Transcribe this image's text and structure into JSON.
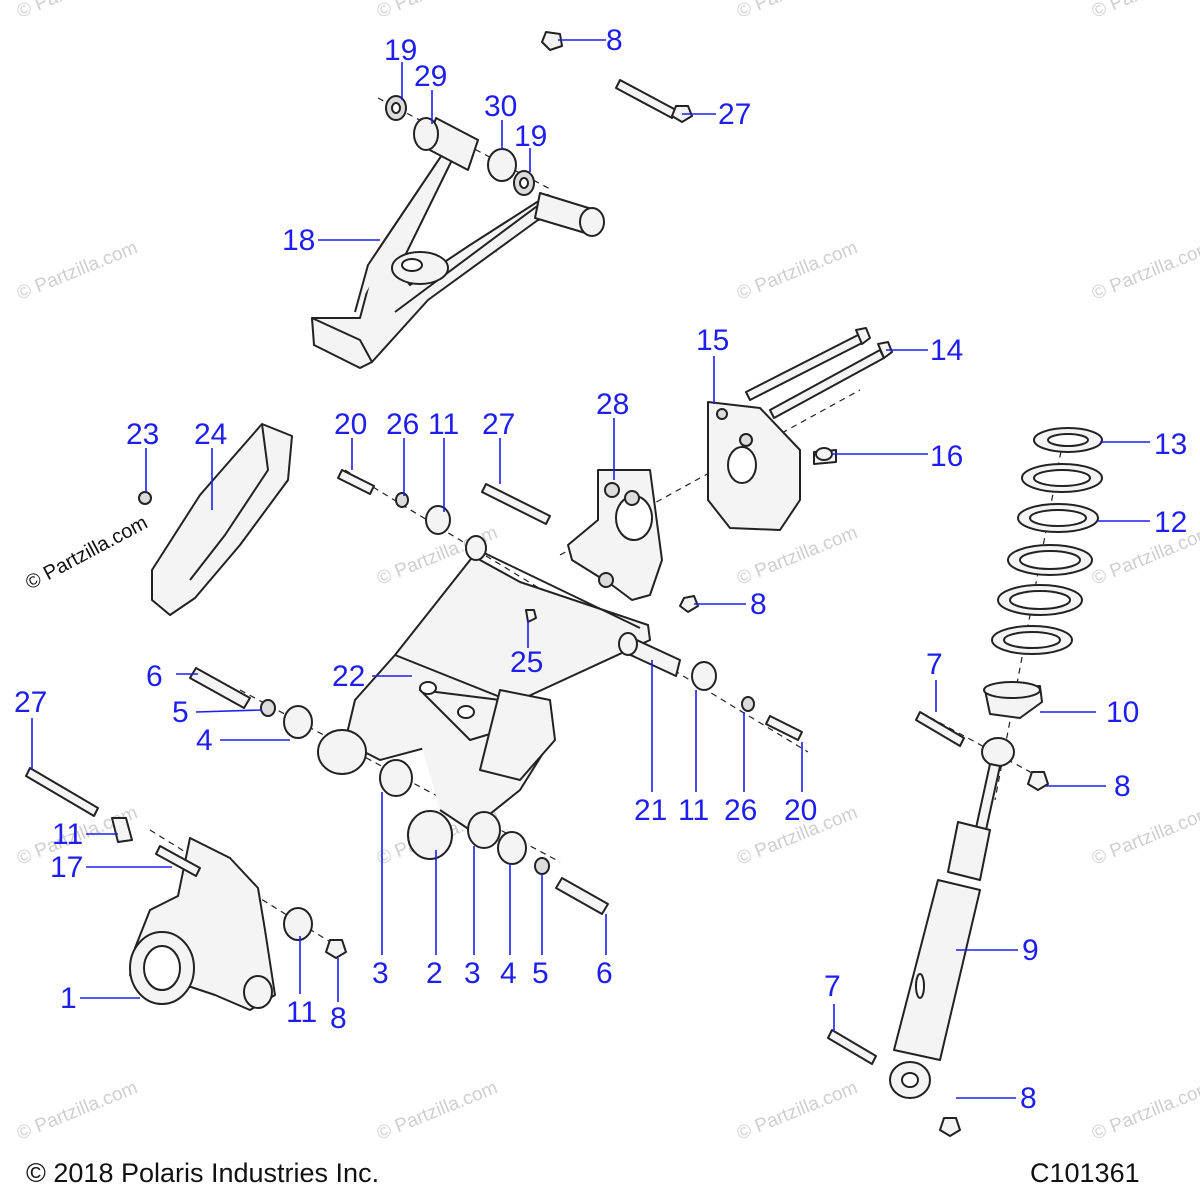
{
  "callouts": [
    "1",
    "2",
    "3",
    "3",
    "4",
    "4",
    "5",
    "5",
    "6",
    "6",
    "7",
    "7",
    "8",
    "8",
    "8",
    "8",
    "8",
    "9",
    "10",
    "11",
    "11",
    "11",
    "11",
    "12",
    "13",
    "14",
    "15",
    "16",
    "17",
    "18",
    "19",
    "19",
    "20",
    "20",
    "21",
    "22",
    "23",
    "24",
    "25",
    "26",
    "26",
    "27",
    "27",
    "27",
    "28",
    "29",
    "30"
  ],
  "watermark": "© Partzilla.com",
  "footer": {
    "copyright": "© 2018 Polaris Industries Inc.",
    "code": "C101361"
  }
}
